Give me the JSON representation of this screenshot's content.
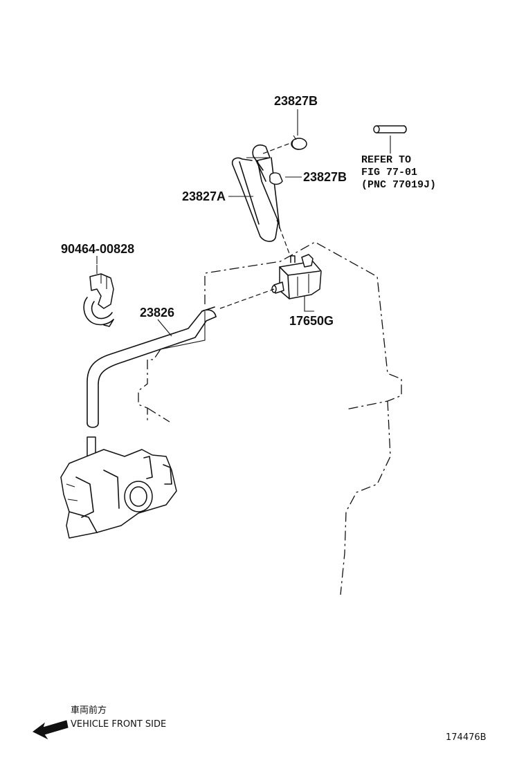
{
  "callouts": {
    "clamp_top": "23827B",
    "clamp_side": "23827B",
    "hose_upper": "23827A",
    "clip": "90464-00828",
    "hose_lower": "23826",
    "vsv": "17650G"
  },
  "reference": {
    "line1": "REFER TO",
    "line2": "FIG 77-01",
    "line3": "(PNC 77019J)"
  },
  "direction": {
    "japanese": "車両前方",
    "english": "VEHICLE FRONT SIDE",
    "arrow_icon": "arrow-left-icon"
  },
  "figure_number": "174476B"
}
